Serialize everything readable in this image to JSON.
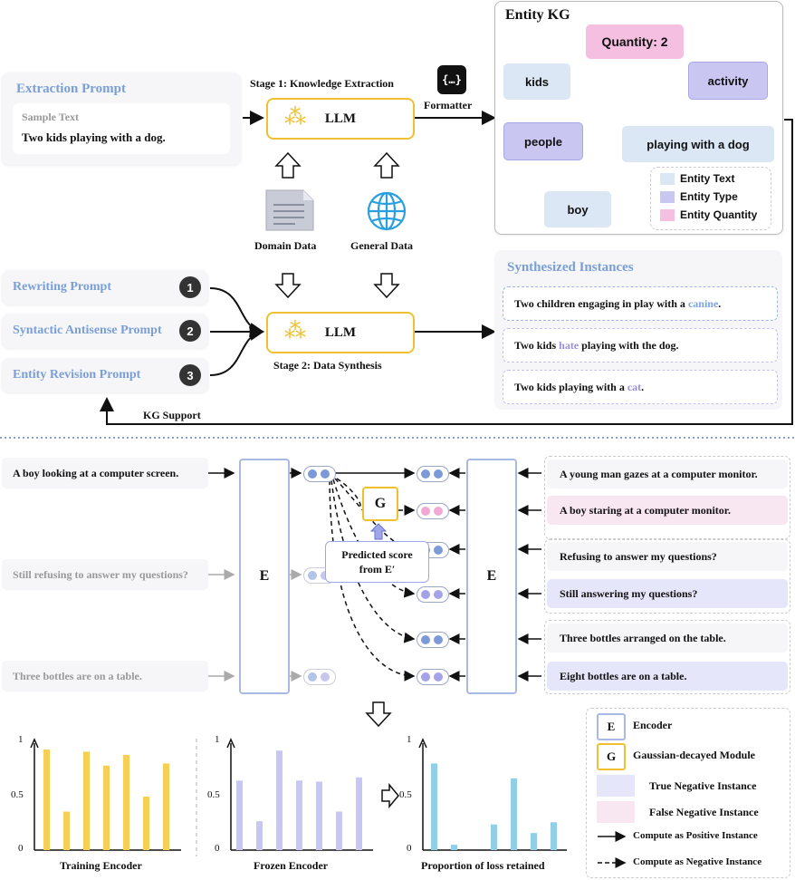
{
  "stage1": {
    "extraction_prompt": "Extraction Prompt",
    "sample_text_label": "Sample Text",
    "sample_text": "Two kids playing with a dog.",
    "stage_title": "Stage 1: Knowledge Extraction",
    "llm": "LLM",
    "formatter": "Formatter",
    "domain_data": "Domain Data",
    "general_data": "General Data"
  },
  "kg": {
    "title": "Entity KG",
    "quantity": "Quantity: 2",
    "kids": "kids",
    "activity": "activity",
    "people": "people",
    "playing": "playing with a dog",
    "boy": "boy",
    "legend": [
      "Entity Text",
      "Entity Type",
      "Entity Quantity"
    ]
  },
  "stage2": {
    "prompts": [
      {
        "label": "Rewriting Prompt",
        "num": "1"
      },
      {
        "label": "Syntactic Antisense Prompt",
        "num": "2"
      },
      {
        "label": "Entity Revision Prompt",
        "num": "3"
      }
    ],
    "llm": "LLM",
    "stage_title": "Stage 2: Data Synthesis",
    "kg_support": "KG Support",
    "synth_title": "Synthesized Instances",
    "instances": [
      {
        "pre": "Two children engaging in play with a ",
        "hl": "canine",
        "post": "."
      },
      {
        "pre": "Two kids ",
        "hl": "hate",
        "post": " playing with the dog."
      },
      {
        "pre": "Two kids playing with a ",
        "hl": "cat",
        "post": "."
      }
    ]
  },
  "training": {
    "left_sentences": [
      "A boy looking at a computer screen.",
      "Still refusing to answer my questions?",
      "Three bottles are on a table."
    ],
    "right_sentences": [
      "A young man gazes at a computer monitor.",
      "A boy staring at a computer monitor.",
      "Refusing to answer my questions?",
      "Still answering my questions?",
      "Three bottles arranged on the table.",
      "Eight bottles are on a table."
    ],
    "encoder": "E",
    "g_module": "G",
    "predicted_1": "Predicted score",
    "predicted_2": "from E′"
  },
  "charts_section": {
    "legend": {
      "encoder": "Encoder",
      "gaussian": "Gaussian-decayed Module",
      "true_neg": "True Negative Instance",
      "false_neg": "False Negative Instance",
      "pos": "Compute as Positive Instance",
      "neg": "Compute as Negative Instance",
      "e": "E",
      "g": "G"
    }
  },
  "chart_data": [
    {
      "type": "bar",
      "xlabel": "Training Encoder",
      "yticks": [
        "1",
        "0.5",
        "0"
      ],
      "ylim": [
        0,
        1
      ],
      "values": [
        0.94,
        0.36,
        0.92,
        0.79,
        0.89,
        0.5,
        0.81
      ],
      "color": "#f7cf55"
    },
    {
      "type": "bar",
      "xlabel": "Frozen Encoder",
      "yticks": [
        "1",
        "0.5",
        "0"
      ],
      "ylim": [
        0,
        1
      ],
      "values": [
        0.65,
        0.27,
        0.93,
        0.65,
        0.64,
        0.36,
        0.68
      ],
      "color": "#c8c6f2"
    },
    {
      "type": "bar",
      "xlabel": "Proportion of loss retained",
      "yticks": [
        "1",
        "0.5",
        "0"
      ],
      "ylim": [
        0,
        1
      ],
      "values": [
        0.81,
        0.05,
        0.0,
        0.24,
        0.67,
        0.16,
        0.26
      ],
      "color": "#90cfe6"
    }
  ]
}
